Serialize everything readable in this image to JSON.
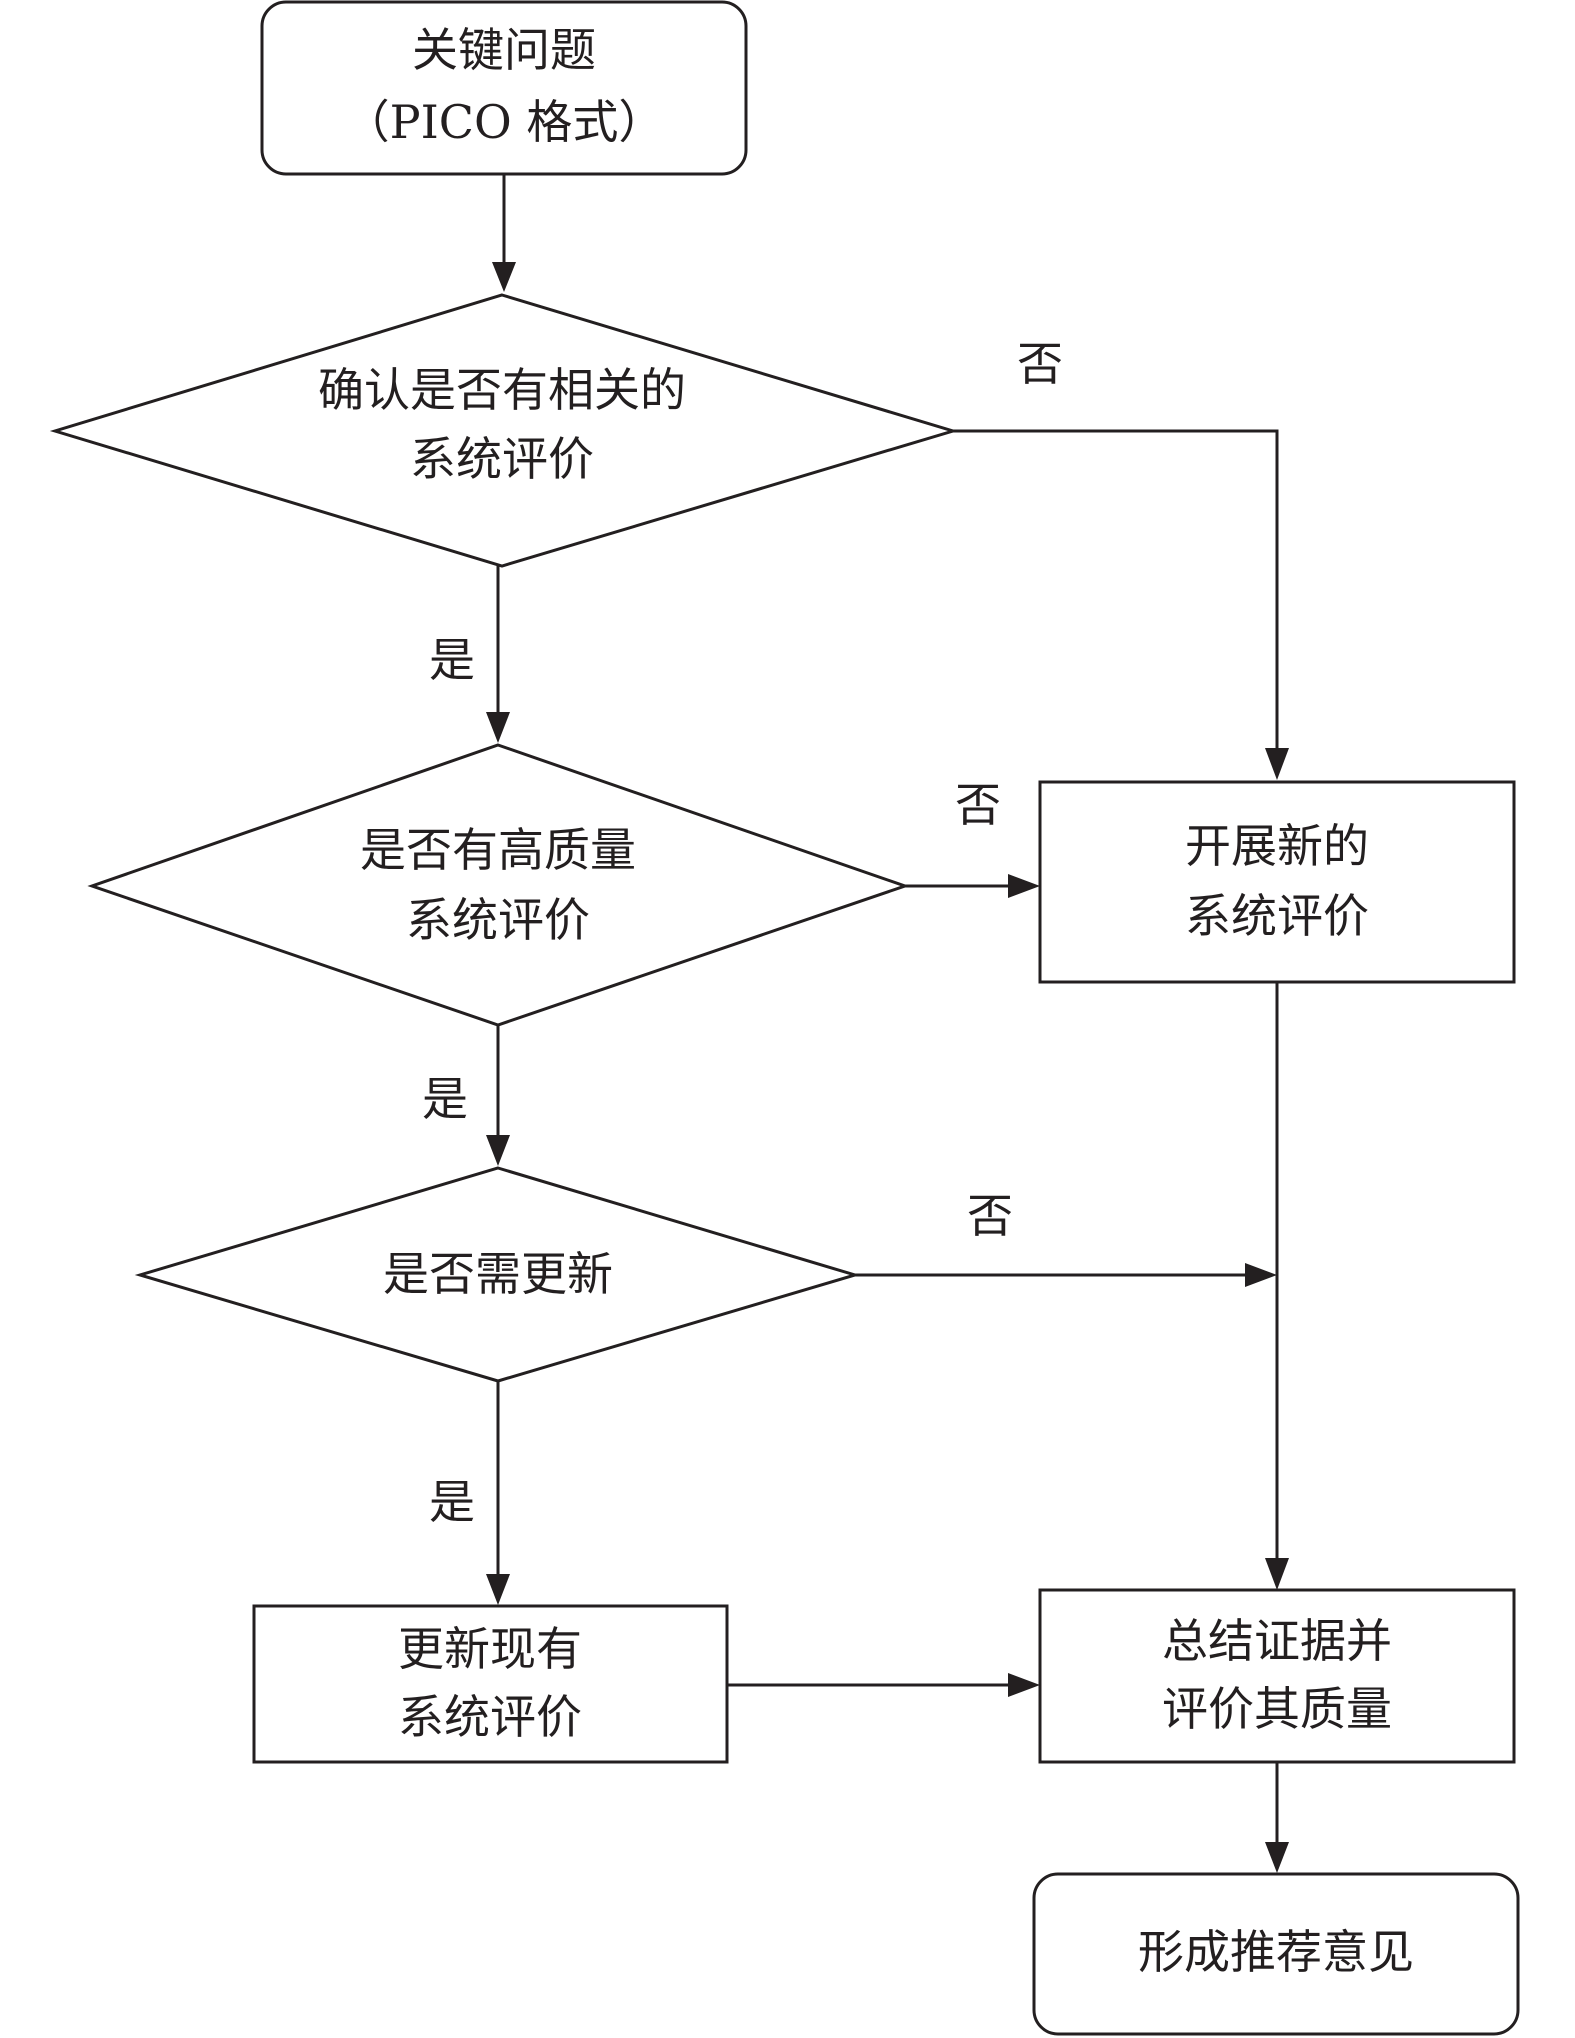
{
  "nodes": {
    "start": {
      "line1": "关键问题",
      "line2": "（PICO 格式）"
    },
    "decision1": {
      "line1": "确认是否有相关的",
      "line2": "系统评价"
    },
    "decision2": {
      "line1": "是否有高质量",
      "line2": "系统评价"
    },
    "decision3": {
      "line1": "是否需更新"
    },
    "new_review": {
      "line1": "开展新的",
      "line2": "系统评价"
    },
    "update_review": {
      "line1": "更新现有",
      "line2": "系统评价"
    },
    "summarize": {
      "line1": "总结证据并",
      "line2": "评价其质量"
    },
    "end": {
      "line1": "形成推荐意见"
    }
  },
  "edge_labels": {
    "d1_no": "否",
    "d1_yes": "是",
    "d2_no": "否",
    "d2_yes": "是",
    "d3_no": "否",
    "d3_yes": "是"
  }
}
